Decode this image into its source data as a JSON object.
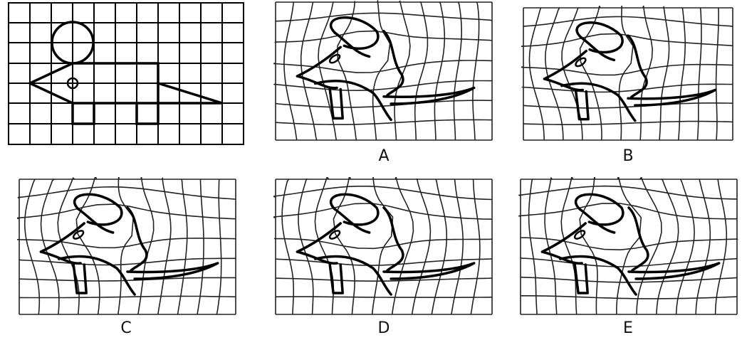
{
  "reference": {
    "shapes": [
      "head-circle",
      "eye",
      "body-rectangle",
      "nose-triangle",
      "tail-triangle",
      "front-leg",
      "back-leg"
    ]
  },
  "options": [
    {
      "label": "A"
    },
    {
      "label": "B"
    },
    {
      "label": "C"
    },
    {
      "label": "D"
    },
    {
      "label": "E"
    }
  ]
}
